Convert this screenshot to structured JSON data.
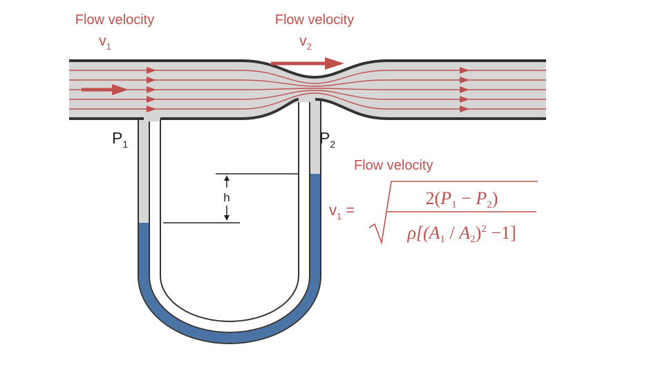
{
  "colors": {
    "accent": "#c0504d",
    "pipe_fill": "#d6d6d6",
    "pipe_wall": "#333333",
    "fluid": "#4a73a6"
  },
  "labels": {
    "flow_v1_title": "Flow velocity",
    "flow_v1_symbol": "v",
    "flow_v1_sub": "1",
    "flow_v2_title": "Flow velocity",
    "flow_v2_symbol": "v",
    "flow_v2_sub": "2",
    "p1_symbol": "P",
    "p1_sub": "1",
    "p2_symbol": "P",
    "p2_sub": "2",
    "h": "h",
    "formula_title": "Flow velocity"
  },
  "formula": {
    "lhs_symbol": "v",
    "lhs_sub": "1",
    "equals": "=",
    "num_prefix": "2(",
    "num_p1": "P",
    "num_p1_sub": "1",
    "num_minus": " − ",
    "num_p2": "P",
    "num_p2_sub": "2",
    "num_suffix": ")",
    "den_rho": "ρ[(",
    "den_a1": "A",
    "den_a1_sub": "1",
    "den_div": " / ",
    "den_a2": "A",
    "den_a2_sub": "2",
    "den_close": ")",
    "den_exp": "2",
    "den_minus_one": " −1]"
  }
}
